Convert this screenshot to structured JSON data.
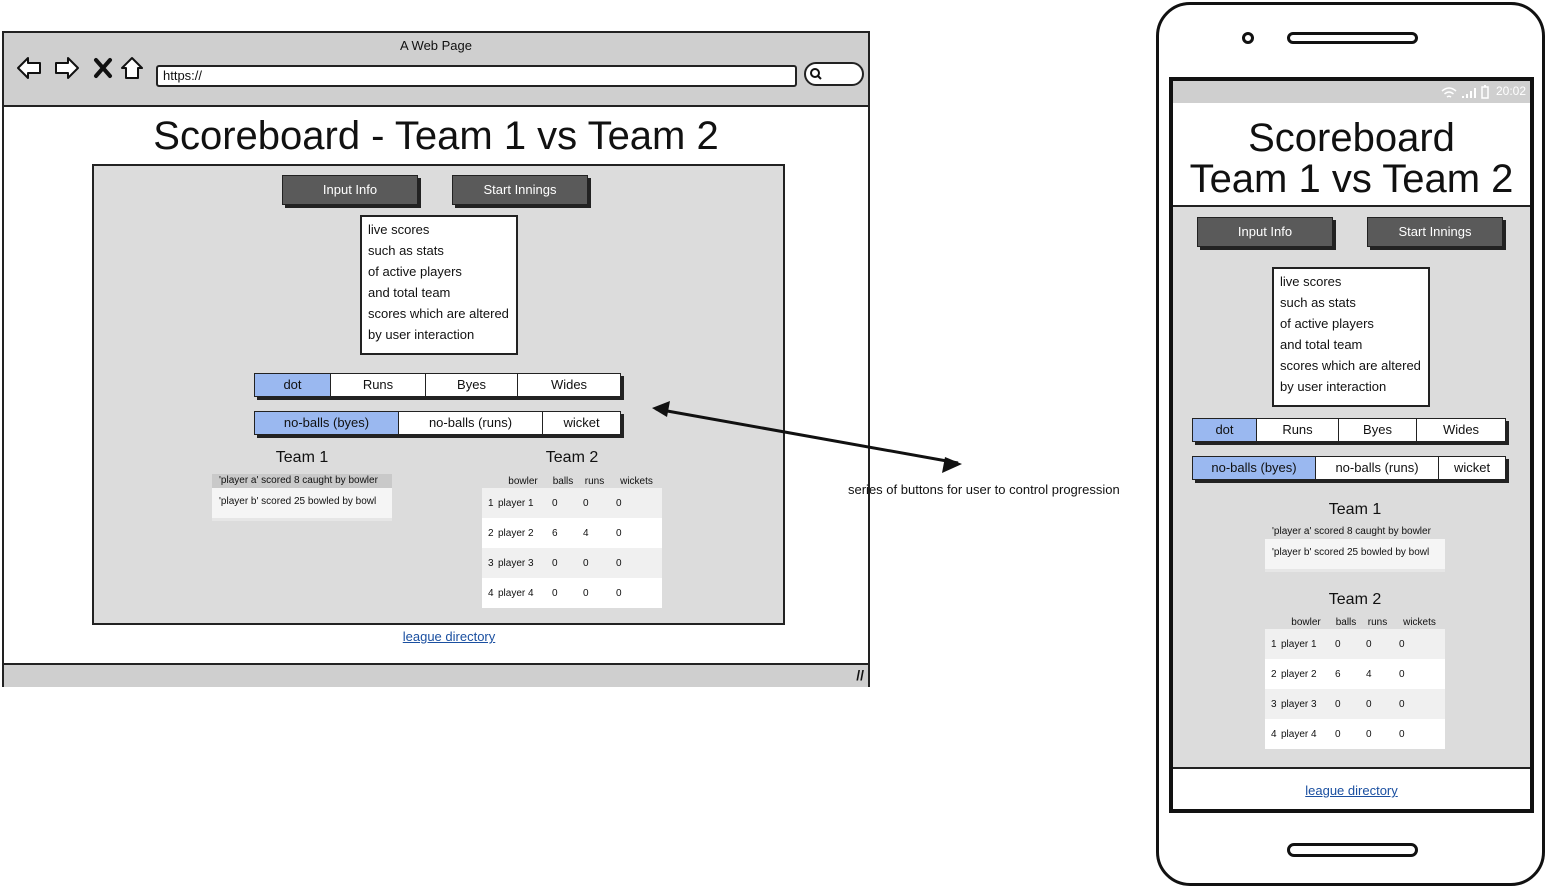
{
  "browser": {
    "window_title": "A Web Page",
    "url": "https://",
    "icons": [
      "back-arrow-icon",
      "forward-arrow-icon",
      "close-x-icon",
      "home-icon",
      "search-icon",
      "resize-grip-icon"
    ]
  },
  "page": {
    "title": "Scoreboard - Team 1 vs Team 2",
    "input_info_label": "Input Info",
    "start_innings_label": "Start Innings",
    "notes": [
      "live scores",
      "such as stats",
      "of active players",
      "and total team",
      "scores which are altered",
      "by user interaction"
    ],
    "row1_options": [
      "dot",
      "Runs",
      "Byes",
      "Wides"
    ],
    "row2_options": [
      "no-balls (byes)",
      "no-balls (runs)",
      "wicket"
    ],
    "selected_color": "#9ab8f0",
    "team1": {
      "heading": "Team 1",
      "entries": [
        "'player a' scored 8 caught by bowler",
        "'player b' scored 25 bowled by bowl"
      ]
    },
    "team2": {
      "heading": "Team 2",
      "columns": [
        "",
        "bowler",
        "balls",
        "runs",
        "wickets"
      ],
      "rows": [
        [
          "1",
          "player 1",
          "0",
          "0",
          "0"
        ],
        [
          "2",
          "player 2",
          "6",
          "4",
          "0"
        ],
        [
          "3",
          "player 3",
          "0",
          "0",
          "0"
        ],
        [
          "4",
          "player 4",
          "0",
          "0",
          "0"
        ]
      ]
    },
    "footer_link": "league directory"
  },
  "annotation": "series of buttons for user to control progression",
  "mobile": {
    "status_time": "20:02",
    "title_line1": "Scoreboard",
    "title_line2": "Team 1 vs Team 2"
  }
}
